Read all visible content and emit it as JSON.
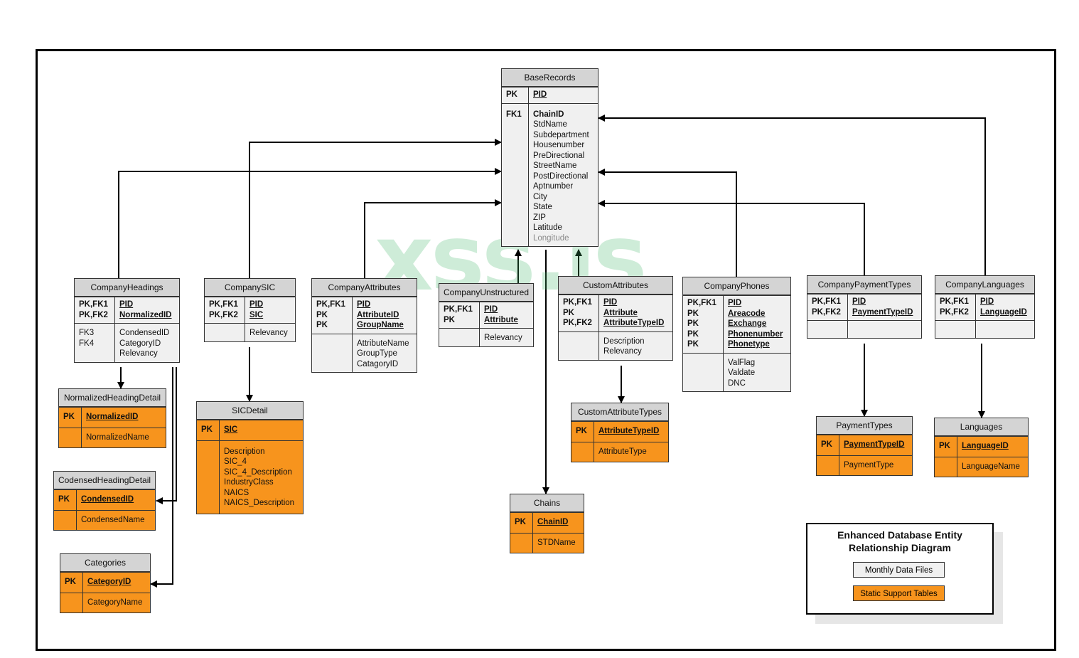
{
  "legend": {
    "title_line1": "Enhanced Database Entity",
    "title_line2": "Relationship Diagram",
    "monthly": "Monthly Data Files",
    "static": "Static Support Tables"
  },
  "watermark": "xss.is",
  "colors": {
    "static": "#f7941d",
    "monthly": "#f0f0f0",
    "header": "#d4d4d4"
  },
  "entities": {
    "base": {
      "title": "BaseRecords",
      "s1": {
        "keys": [
          "PK"
        ],
        "fields": [
          "PID"
        ]
      },
      "s2": {
        "keys": [
          "FK1"
        ],
        "fields": [
          "ChainID",
          "StdName",
          "Subdepartment",
          "Housenumber",
          "PreDirectional",
          "StreetName",
          "PostDirectional",
          "Aptnumber",
          "City",
          "State",
          "ZIP",
          "Latitude",
          "Longitude"
        ]
      }
    },
    "heads": {
      "title": "CompanyHeadings",
      "s1": {
        "keys": [
          "PK,FK1",
          "PK,FK2"
        ],
        "fields": [
          "PID",
          "NormalizedID"
        ]
      },
      "s2": {
        "keys": [
          "FK3",
          "FK4"
        ],
        "fields": [
          "CondensedID",
          "CategoryID",
          "Relevancy"
        ]
      }
    },
    "sic": {
      "title": "CompanySIC",
      "s1": {
        "keys": [
          "PK,FK1",
          "PK,FK2"
        ],
        "fields": [
          "PID",
          "SIC"
        ]
      },
      "s2": {
        "keys": [],
        "fields": [
          "Relevancy"
        ]
      }
    },
    "attr": {
      "title": "CompanyAttributes",
      "s1": {
        "keys": [
          "PK,FK1",
          "PK",
          "PK"
        ],
        "fields": [
          "PID",
          "AttributeID",
          "GroupName"
        ]
      },
      "s2": {
        "keys": [],
        "fields": [
          "AttributeName",
          "GroupType",
          "CatagoryID"
        ]
      }
    },
    "unstr": {
      "title": "CompanyUnstructured",
      "s1": {
        "keys": [
          "PK,FK1",
          "PK"
        ],
        "fields": [
          "PID",
          "Attribute"
        ]
      },
      "s2": {
        "keys": [],
        "fields": [
          "Relevancy"
        ]
      }
    },
    "cattr": {
      "title": "CustomAttributes",
      "s1": {
        "keys": [
          "PK,FK1",
          "PK",
          "PK,FK2"
        ],
        "fields": [
          "PID",
          "Attribute",
          "AttributeTypeID"
        ]
      },
      "s2": {
        "keys": [],
        "fields": [
          "Description",
          "Relevancy"
        ]
      }
    },
    "phones": {
      "title": "CompanyPhones",
      "s1": {
        "keys": [
          "PK,FK1",
          "PK",
          "PK",
          "PK",
          "PK"
        ],
        "fields": [
          "PID",
          "Areacode",
          "Exchange",
          "Phonenumber",
          "Phonetype"
        ]
      },
      "s2": {
        "keys": [],
        "fields": [
          "ValFlag",
          "Valdate",
          "DNC"
        ]
      }
    },
    "pay": {
      "title": "CompanyPaymentTypes",
      "s1": {
        "keys": [
          "PK,FK1",
          "PK,FK2"
        ],
        "fields": [
          "PID",
          "PaymentTypeID"
        ]
      },
      "s2": {
        "keys": [],
        "fields": []
      }
    },
    "lang": {
      "title": "CompanyLanguages",
      "s1": {
        "keys": [
          "PK,FK1",
          "PK,FK2"
        ],
        "fields": [
          "PID",
          "LanguageID"
        ]
      },
      "s2": {
        "keys": [],
        "fields": []
      }
    },
    "nhd": {
      "title": "NormalizedHeadingDetail",
      "s1": {
        "keys": [
          "PK"
        ],
        "fields": [
          "NormalizedID"
        ]
      },
      "s2": {
        "keys": [],
        "fields": [
          "NormalizedName"
        ]
      }
    },
    "chd": {
      "title": "CodensedHeadingDetail",
      "s1": {
        "keys": [
          "PK"
        ],
        "fields": [
          "CondensedID"
        ]
      },
      "s2": {
        "keys": [],
        "fields": [
          "CondensedName"
        ]
      }
    },
    "cat": {
      "title": "Categories",
      "s1": {
        "keys": [
          "PK"
        ],
        "fields": [
          "CategoryID"
        ]
      },
      "s2": {
        "keys": [],
        "fields": [
          "CategoryName"
        ]
      }
    },
    "sicd": {
      "title": "SICDetail",
      "s1": {
        "keys": [
          "PK"
        ],
        "fields": [
          "SIC"
        ]
      },
      "s2": {
        "keys": [],
        "fields": [
          "Description",
          "SIC_4",
          "SIC_4_Description",
          "IndustryClass",
          "NAICS",
          "NAICS_Description"
        ]
      }
    },
    "chains": {
      "title": "Chains",
      "s1": {
        "keys": [
          "PK"
        ],
        "fields": [
          "ChainID"
        ]
      },
      "s2": {
        "keys": [],
        "fields": [
          "STDName"
        ]
      }
    },
    "cat_types": {
      "title": "CustomAttributeTypes",
      "s1": {
        "keys": [
          "PK"
        ],
        "fields": [
          "AttributeTypeID"
        ]
      },
      "s2": {
        "keys": [],
        "fields": [
          "AttributeType"
        ]
      }
    },
    "ptypes": {
      "title": "PaymentTypes",
      "s1": {
        "keys": [
          "PK"
        ],
        "fields": [
          "PaymentTypeID"
        ]
      },
      "s2": {
        "keys": [],
        "fields": [
          "PaymentType"
        ]
      }
    },
    "langs": {
      "title": "Languages",
      "s1": {
        "keys": [
          "PK"
        ],
        "fields": [
          "LanguageID"
        ]
      },
      "s2": {
        "keys": [],
        "fields": [
          "LanguageName"
        ]
      }
    }
  }
}
